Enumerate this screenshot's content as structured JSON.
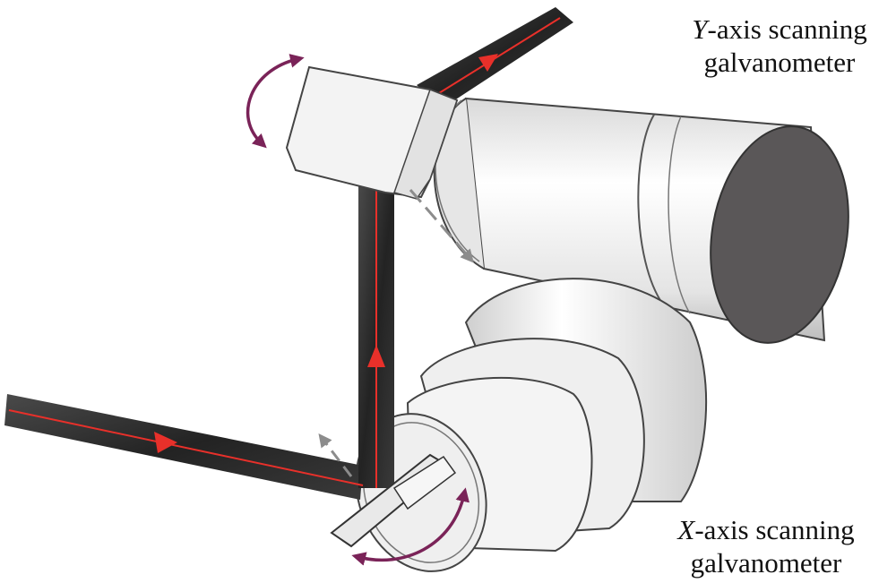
{
  "labels": {
    "y_axis": {
      "axis_letter": "Y",
      "line1_rest": "-axis scanning",
      "line2": "galvanometer"
    },
    "x_axis": {
      "axis_letter": "X",
      "line1_rest": "-axis scanning",
      "line2": "galvanometer"
    }
  },
  "colors": {
    "beam_tube": "#2b2b2b",
    "laser_line": "#e8302a",
    "rotation_arrow": "#7a2358",
    "normal_arrow": "#8c8c8c",
    "body_fill": "#f2f2f2",
    "body_stroke": "#444444",
    "end_cap": "#5a5758"
  },
  "icons": [
    "rotation-arrow-icon",
    "normal-arrow-icon",
    "beam-direction-arrow-icon"
  ]
}
